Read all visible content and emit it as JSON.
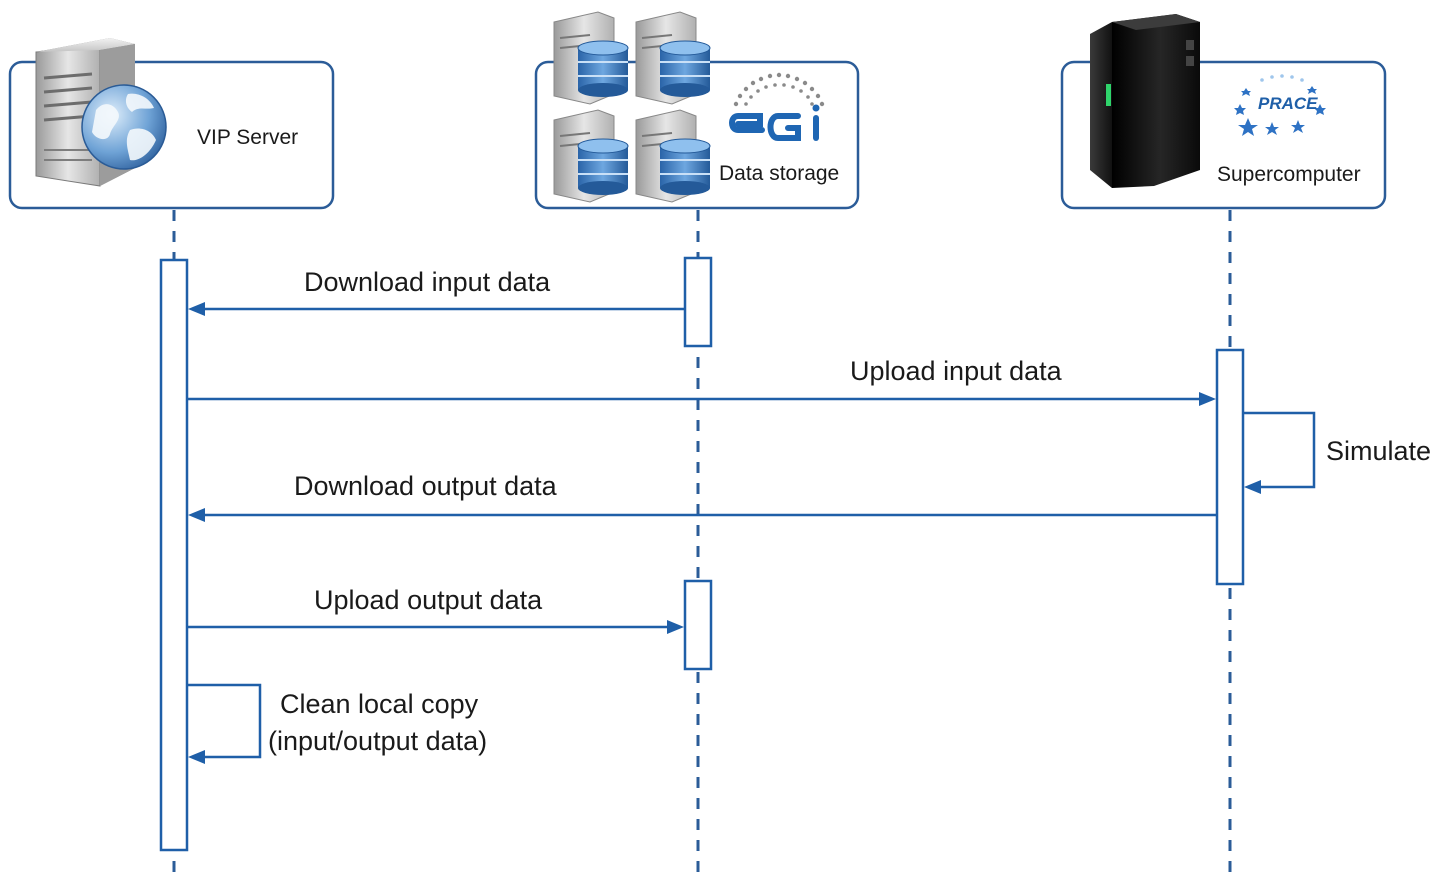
{
  "colors": {
    "line": "#1f5fa8",
    "box_border": "#2b5c98",
    "text": "#1a1a1a",
    "background": "#ffffff"
  },
  "actors": {
    "vip_server": {
      "label": "VIP Server",
      "icons": [
        "server-icon",
        "globe-icon"
      ]
    },
    "data_storage": {
      "label": "Data storage",
      "logo_text": "egi",
      "icons": [
        "server-icon",
        "database-icon",
        "egi-logo"
      ]
    },
    "supercomputer": {
      "label": "Supercomputer",
      "logo_text": "PRACE",
      "icons": [
        "supercomputer-icon",
        "prace-logo"
      ]
    }
  },
  "messages": {
    "download_input": "Download input data",
    "upload_input": "Upload input data",
    "simulate": "Simulate",
    "download_output": "Download output data",
    "upload_output": "Upload output data",
    "clean_line1": "Clean local copy",
    "clean_line2": "(input/output data)"
  }
}
